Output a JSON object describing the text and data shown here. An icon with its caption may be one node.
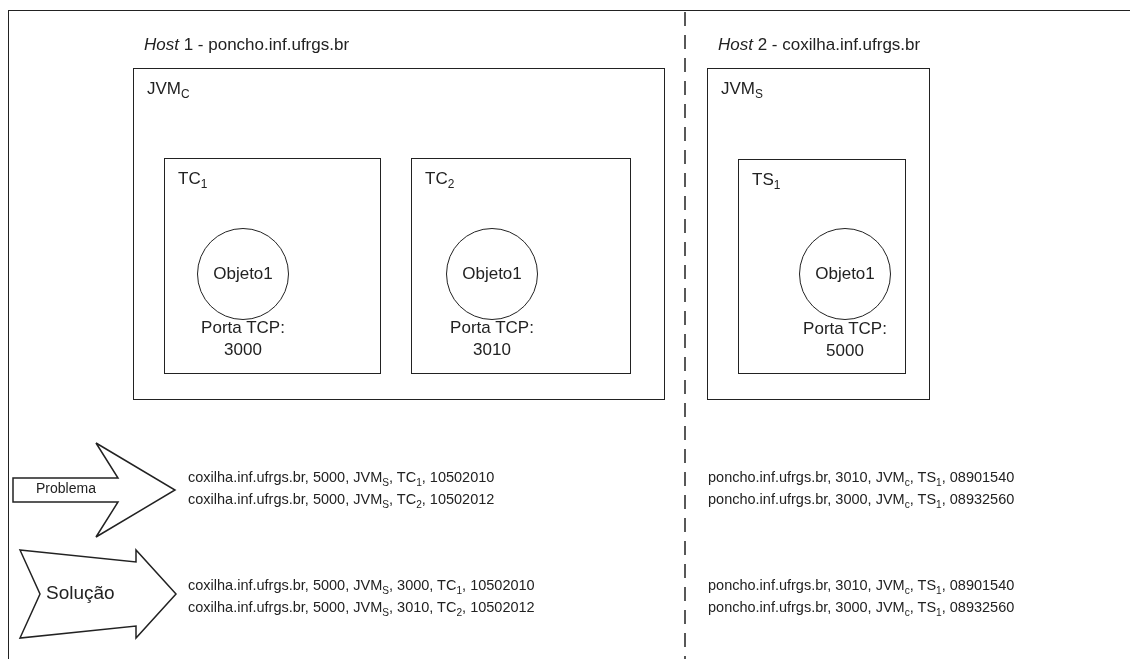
{
  "diagram": {
    "nodes": [
      {
        "text": [
          "*Host* 1 - poncho.inf.ufrgs.br",
          "JVM$_{C}$"
        ]
      },
      {
        "text": [
          "TC$_{1}$",
          "Porta TCP: 3000"
        ],
        "in": 0
      },
      {
        "text": [
          "Objeto1"
        ],
        "in": 1
      },
      {
        "text": [
          "TC$_{2}$",
          "Porta TCP: 3010"
        ],
        "in": 0
      },
      {
        "text": [
          "Objeto1"
        ],
        "in": 3
      },
      {
        "text": [
          "*Host* 2 - coxilha.inf.ufrgs.br",
          "JVM$_{S}$"
        ]
      },
      {
        "text": [
          "TS$_{1}$",
          "Porta TCP: 5000"
        ],
        "in": 5
      },
      {
        "text": [
          "Objeto1"
        ],
        "in": 6
      },
      {
        "text": [
          "Problema"
        ]
      },
      {
        "text": [
          "Solução"
        ]
      }
    ],
    "labels": [
      "coxilha.inf.ufrgs.br, 5000, JVM$_{S}$, TC$_{1}$, 10502010",
      "poncho.inf.ufrgs.br, 3010, JVM$_{c}$, TS$_{1}$, 08901540",
      "coxilha.inf.ufrgs.br, 5000, JVM$_{S}$, TC$_{2}$, 10502012",
      "poncho.inf.ufrgs.br, 3000, JVM$_{c}$, TS$_{1}$, 08932560",
      "coxilha.inf.ufrgs.br, 5000, JVM$_{S}$, 3000, TC$_{1}$, 10502010",
      "poncho.inf.ufrgs.br, 3010, JVM$_{c}$, TS$_{1}$, 08901540",
      "coxilha.inf.ufrgs.br, 5000, JVM$_{S}$, 3010, TC$_{2}$, 10502012",
      "poncho.inf.ufrgs.br, 3000, JVM$_{c}$, TS$_{1}$, 08932560"
    ]
  }
}
